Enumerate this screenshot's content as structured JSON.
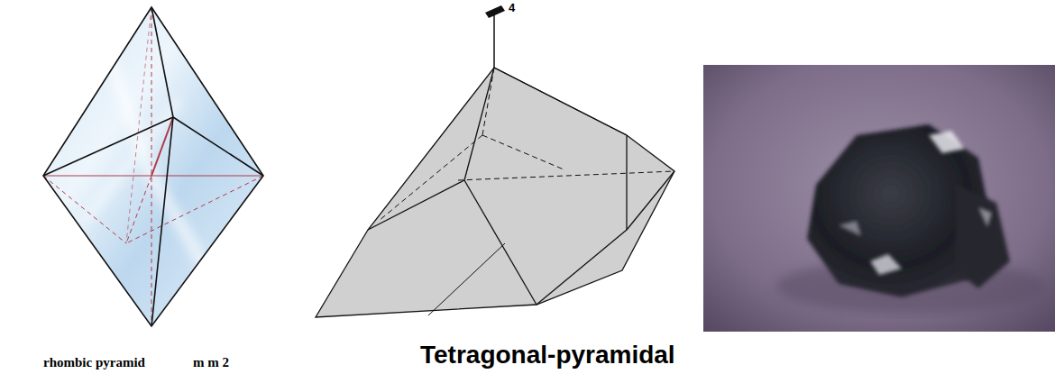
{
  "diagram": {
    "labels": [
      "rhombic pyramid",
      "m m 2",
      "4",
      "Tetragonal-pyramidal"
    ]
  }
}
